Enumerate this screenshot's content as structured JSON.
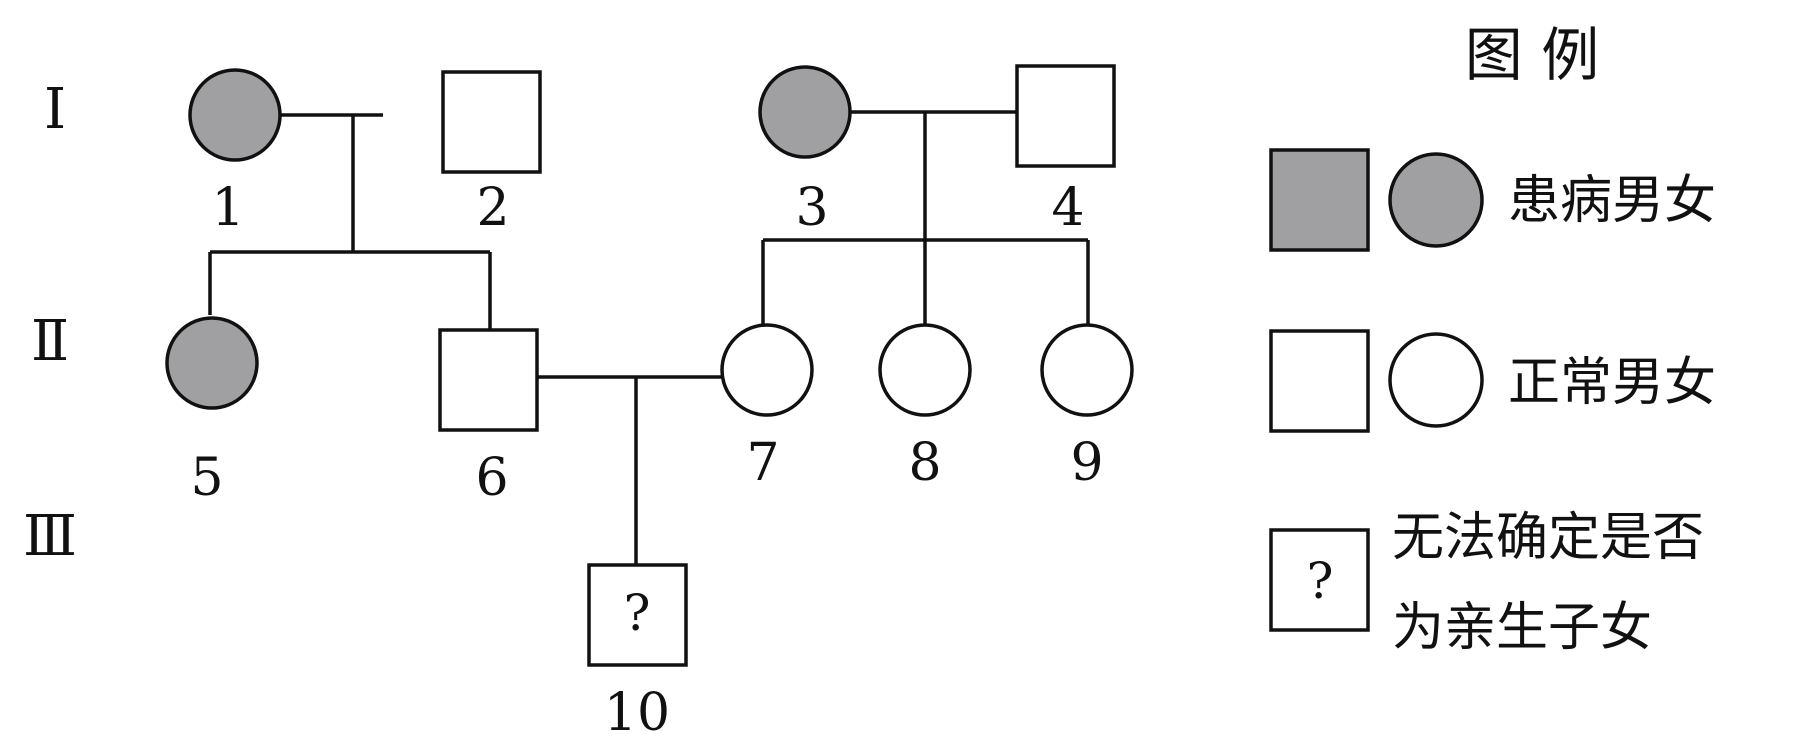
{
  "generations": [
    "Ⅰ",
    "Ⅱ",
    "Ⅲ"
  ],
  "individuals": [
    {
      "id": "1",
      "sex": "female",
      "status": "affected"
    },
    {
      "id": "2",
      "sex": "male",
      "status": "normal"
    },
    {
      "id": "3",
      "sex": "female",
      "status": "affected"
    },
    {
      "id": "4",
      "sex": "male",
      "status": "normal"
    },
    {
      "id": "5",
      "sex": "female",
      "status": "affected"
    },
    {
      "id": "6",
      "sex": "male",
      "status": "normal"
    },
    {
      "id": "7",
      "sex": "female",
      "status": "normal"
    },
    {
      "id": "8",
      "sex": "female",
      "status": "normal"
    },
    {
      "id": "9",
      "sex": "female",
      "status": "normal"
    },
    {
      "id": "10",
      "sex": "male",
      "status": "uncertain",
      "mark": "?"
    }
  ],
  "legend": {
    "title": "图 例",
    "affected_label": "患病男女",
    "normal_label": "正常男女",
    "uncertain_mark": "?",
    "uncertain_label_line1": "无法确定是否",
    "uncertain_label_line2": "为亲生子女"
  },
  "colors": {
    "affected_fill": "#a0a0a3",
    "normal_fill": "#ffffff",
    "stroke": "#111111"
  }
}
